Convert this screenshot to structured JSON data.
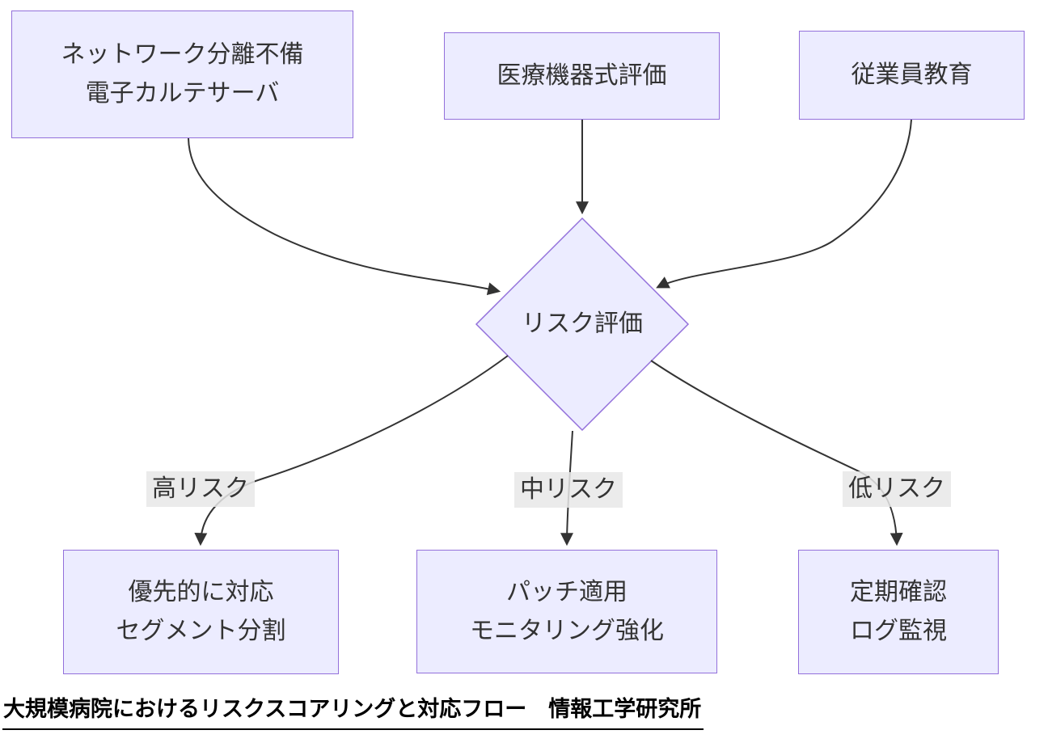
{
  "diagram": {
    "type": "flowchart",
    "nodes": {
      "network": {
        "line1": "ネットワーク分離不備",
        "line2": "電子カルテサーバ"
      },
      "medical": {
        "line1": "医療機器式評価"
      },
      "training": {
        "line1": "従業員教育"
      },
      "risk": {
        "line1": "リスク評価"
      },
      "priority": {
        "line1": "優先的に対応",
        "line2": "セグメント分割"
      },
      "patch": {
        "line1": "パッチ適用",
        "line2": "モニタリング強化"
      },
      "periodic": {
        "line1": "定期確認",
        "line2": "ログ監視"
      }
    },
    "edge_labels": {
      "high": "高リスク",
      "mid": "中リスク",
      "low": "低リスク"
    },
    "edges": [
      {
        "from": "network",
        "to": "risk"
      },
      {
        "from": "medical",
        "to": "risk"
      },
      {
        "from": "training",
        "to": "risk"
      },
      {
        "from": "risk",
        "to": "priority",
        "label": "高リスク"
      },
      {
        "from": "risk",
        "to": "patch",
        "label": "中リスク"
      },
      {
        "from": "risk",
        "to": "periodic",
        "label": "低リスク"
      }
    ],
    "caption": "大規模病院におけるリスクスコアリングと対応フロー　情報工学研究所",
    "colors": {
      "node_fill": "#ECECFF",
      "node_border": "#9370DB",
      "edge": "#333333",
      "edge_label_bg": "#E8E8E8",
      "node_text": "#333333",
      "caption_text": "#000000",
      "background": "#FFFFFF"
    }
  }
}
